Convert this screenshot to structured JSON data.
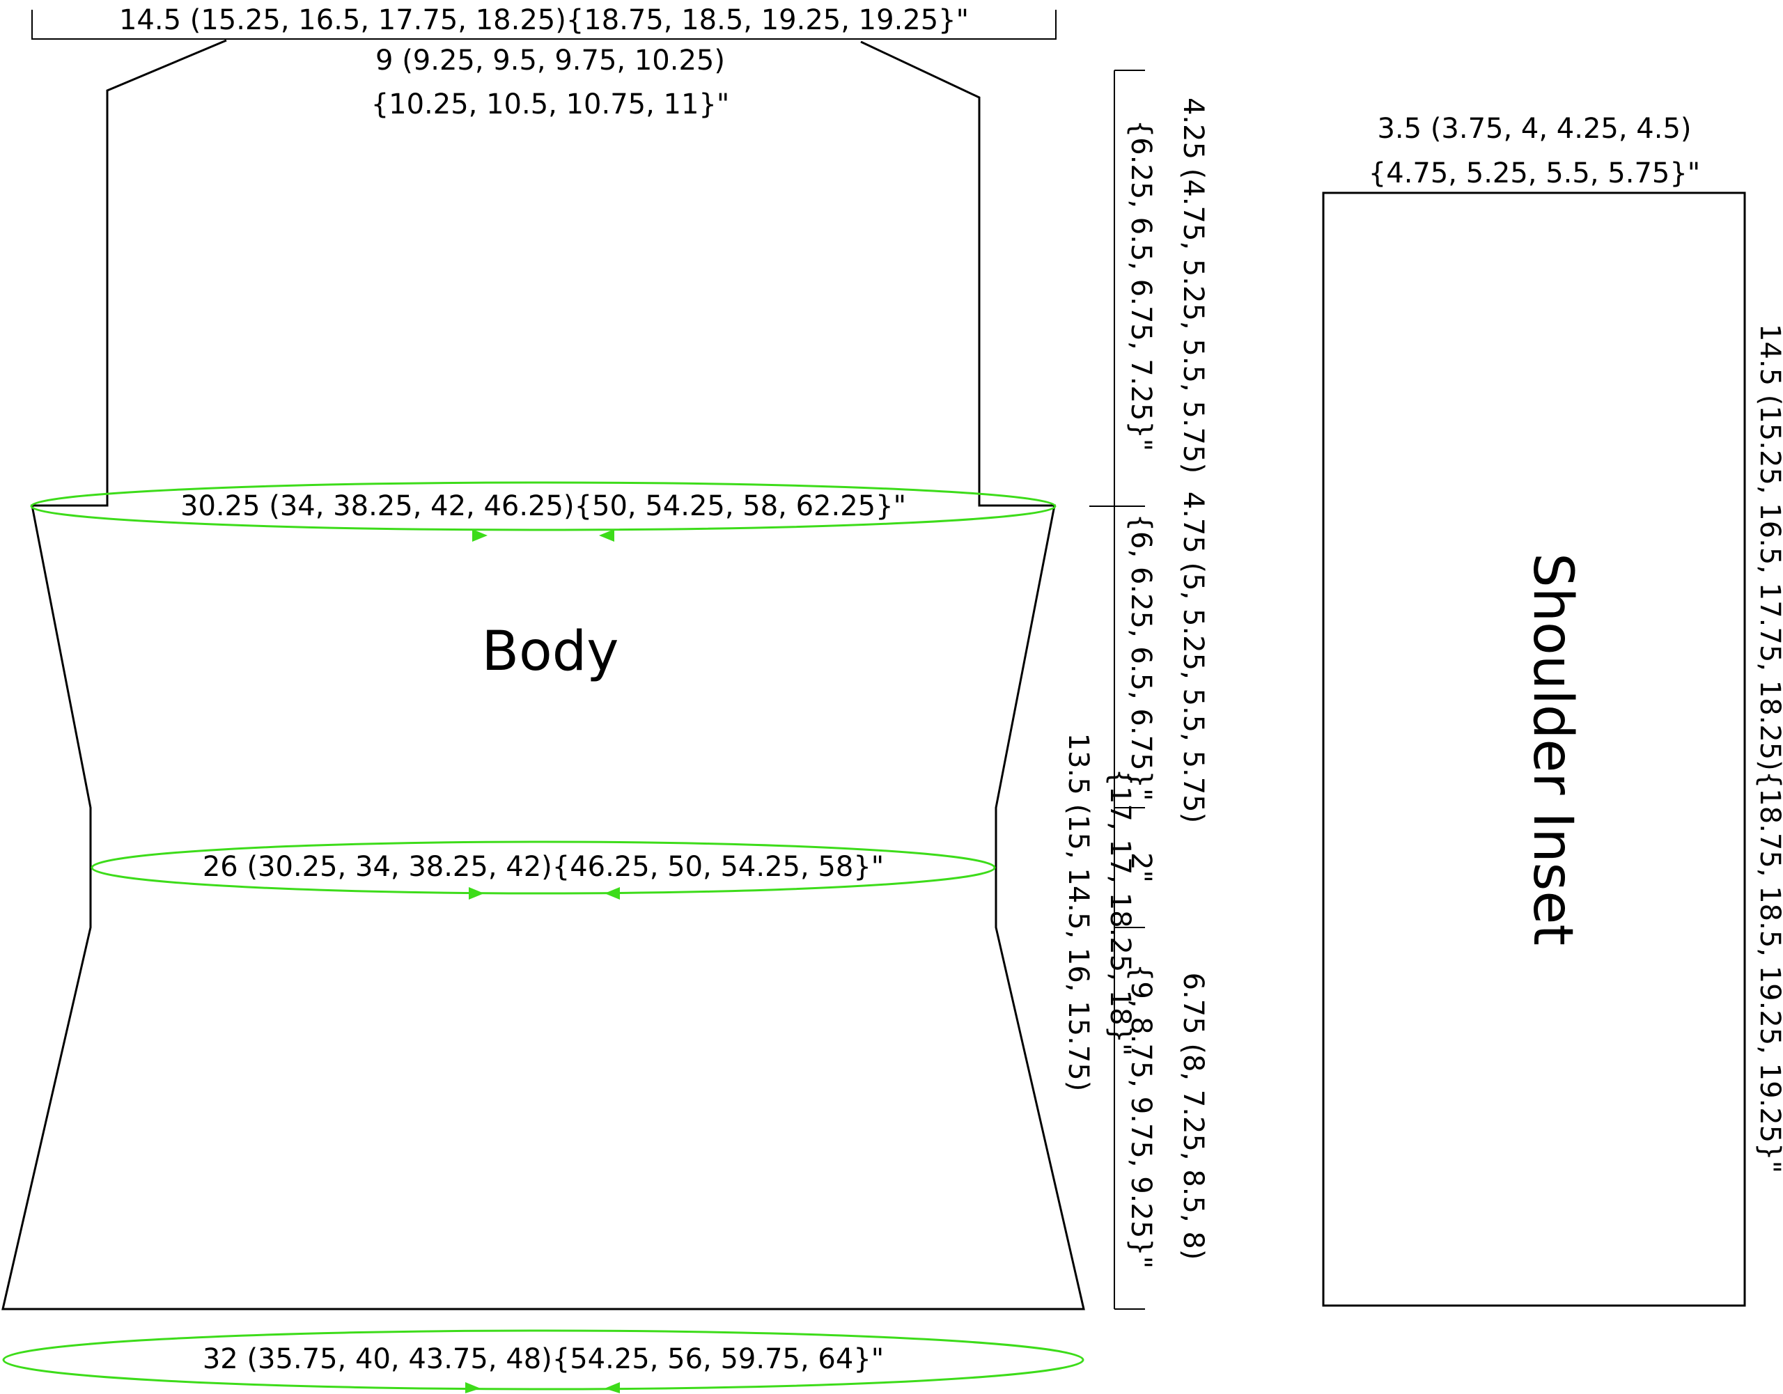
{
  "colors": {
    "outline": "#000000",
    "circumference": "#3ddc1a",
    "background": "#ffffff"
  },
  "body": {
    "label": "Body",
    "top_width": "14.5 (15.25, 16.5, 17.75, 18.25){18.75, 18.5, 19.25, 19.25}\"",
    "neck_width_line1": "9 (9.25, 9.5, 9.75, 10.25)",
    "neck_width_line2": "{10.25, 10.5, 10.75, 11}\"",
    "bust": "30.25 (34, 38.25, 42, 46.25){50, 54.25, 58, 62.25}\"",
    "waist": "26 (30.25, 34, 38.25, 42){46.25, 50, 54.25, 58}\"",
    "hem": "32 (35.75, 40, 43.75, 48){54.25, 56, 59.75, 64}\"",
    "armhole_line1": "4.25 (4.75, 5.25, 5.5, 5.75)",
    "armhole_line2": "{6.25, 6.5, 6.75, 7.25}\"",
    "upper_line1": "4.75 (5, 5.25, 5.5, 5.75)",
    "upper_line2": "{6, 6.25, 6.5, 6.75}\"",
    "waist_length": "2\"",
    "lower_line1": "6.75 (8, 7.25, 8.5, 8)",
    "lower_line2": "{9, 8.75, 9.75, 9.25}\"",
    "total_line1": "13.5 (15, 14.5, 16, 15.75)",
    "total_line2": "{17, 17, 18.25, 18}\""
  },
  "inset": {
    "label": "Shoulder Inset",
    "width_line1": "3.5 (3.75, 4, 4.25, 4.5)",
    "width_line2": "{4.75, 5.25, 5.5, 5.75}\"",
    "length": "14.5 (15.25, 16.5, 17.75, 18.25){18.75, 18.5, 19.25, 19.25}\""
  }
}
